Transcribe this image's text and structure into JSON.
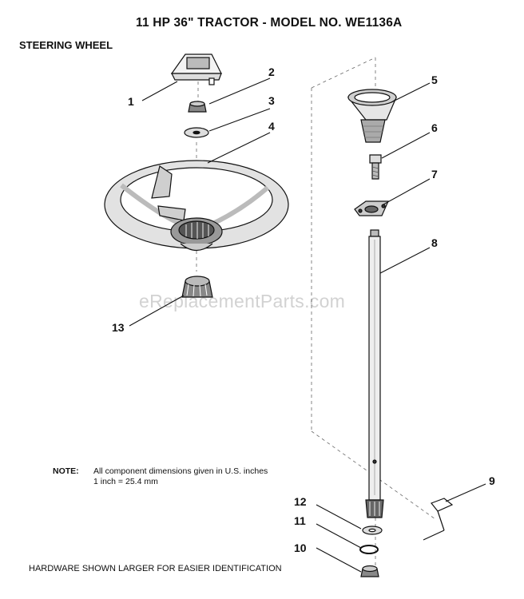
{
  "title": "11 HP 36\" TRACTOR - MODEL NO. WE1136A",
  "section": "STEERING WHEEL",
  "note": {
    "label": "NOTE:",
    "line1": "All component dimensions given in U.S. inches",
    "line2": "1 inch = 25.4 mm"
  },
  "footer": "HARDWARE SHOWN LARGER FOR EASIER IDENTIFICATION",
  "watermark": "eReplacementParts.com",
  "callouts": [
    "1",
    "2",
    "3",
    "4",
    "5",
    "6",
    "7",
    "8",
    "9",
    "10",
    "11",
    "12",
    "13"
  ]
}
